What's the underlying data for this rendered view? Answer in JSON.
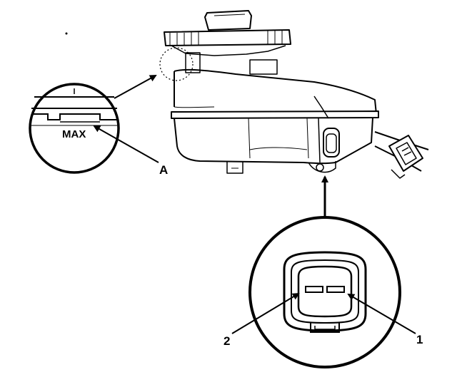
{
  "labels": {
    "max": "MAX",
    "a": "A",
    "one": "1",
    "two": "2"
  },
  "colors": {
    "ink": "#000000",
    "paper": "#ffffff"
  }
}
